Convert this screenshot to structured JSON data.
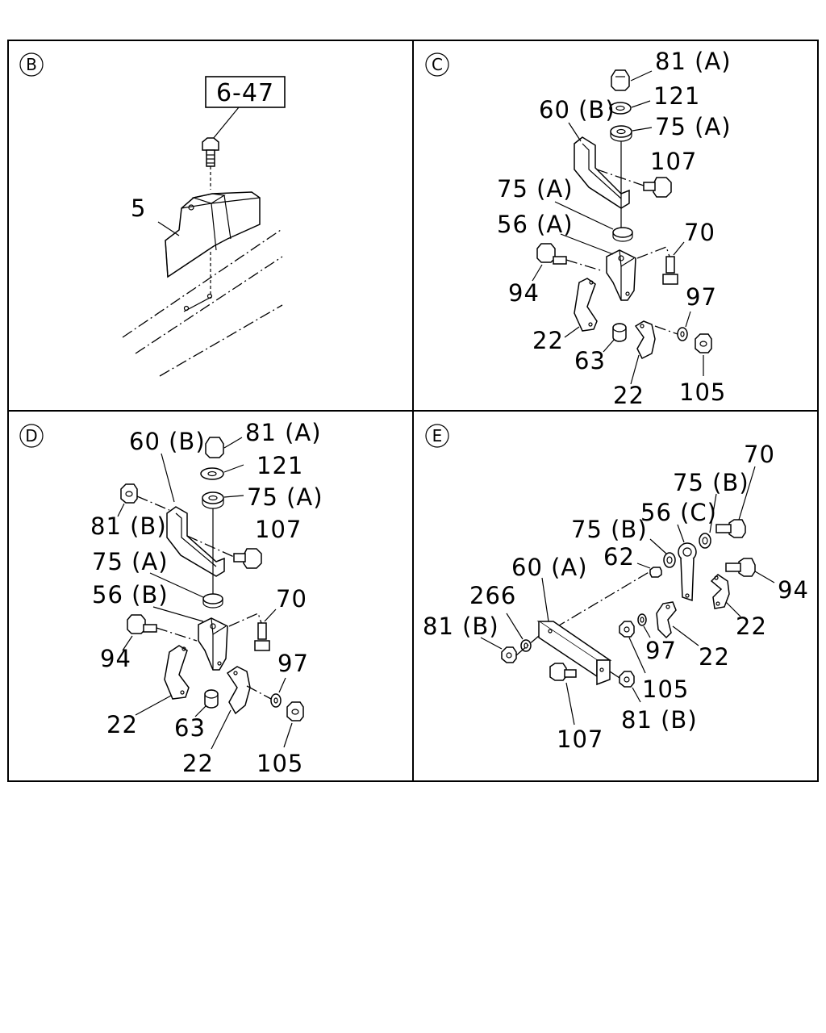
{
  "panels": [
    {
      "id": "B",
      "ref_box": "6-47",
      "labels": [
        "5"
      ]
    },
    {
      "id": "C",
      "labels": [
        "81 (A)",
        "121",
        "60 (B)",
        "75 (A)",
        "107",
        "75 (A)",
        "56 (A)",
        "70",
        "94",
        "97",
        "22",
        "63",
        "105",
        "22"
      ]
    },
    {
      "id": "D",
      "labels": [
        "60 (B)",
        "81 (A)",
        "121",
        "75 (A)",
        "81 (B)",
        "107",
        "75 (A)",
        "56 (B)",
        "70",
        "94",
        "97",
        "22",
        "63",
        "22",
        "105"
      ]
    },
    {
      "id": "E",
      "labels": [
        "70",
        "75 (B)",
        "56 (C)",
        "75 (B)",
        "62",
        "60 (A)",
        "94",
        "266",
        "22",
        "81 (B)",
        "97",
        "22",
        "105",
        "81 (B)",
        "107"
      ]
    }
  ]
}
